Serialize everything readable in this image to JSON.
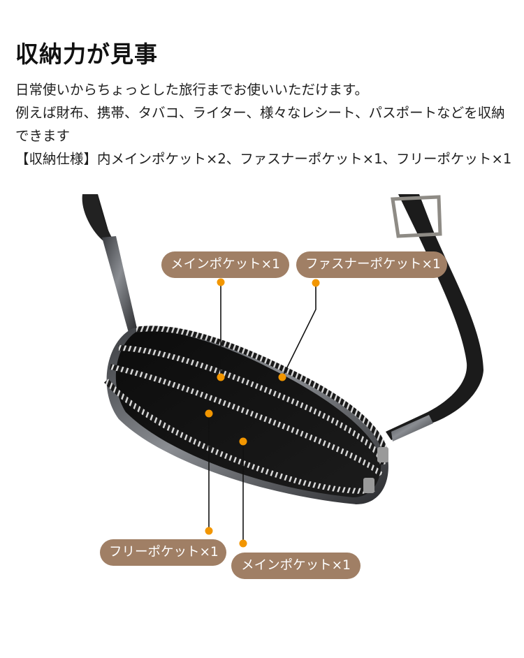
{
  "heading": {
    "title": "収納力が見事"
  },
  "description": {
    "lines": [
      "日常使いからちょっとした旅行までお使いいただけます。",
      "例えば財布、携帯、タバコ、ライター、様々なレシート、パスポートなどを収納",
      "できます",
      "【収納仕様】内メインポケット×2、ファスナーポケット×1、フリーポケット×1"
    ]
  },
  "product_photo": {
    "subject": "black leather crossbody bag with open zippered compartments",
    "callouts": [
      {
        "label": "メインポケット×1",
        "position": "top-left"
      },
      {
        "label": "ファスナーポケット×1",
        "position": "top-right"
      },
      {
        "label": "フリーポケット×1",
        "position": "bottom-left"
      },
      {
        "label": "メインポケット×1",
        "position": "bottom-right"
      }
    ]
  },
  "colors": {
    "pill_background": "#a07f65",
    "pill_text": "#ffffff",
    "marker_dot": "#f29600",
    "leader_line": "#111111",
    "bag": "#151515"
  }
}
